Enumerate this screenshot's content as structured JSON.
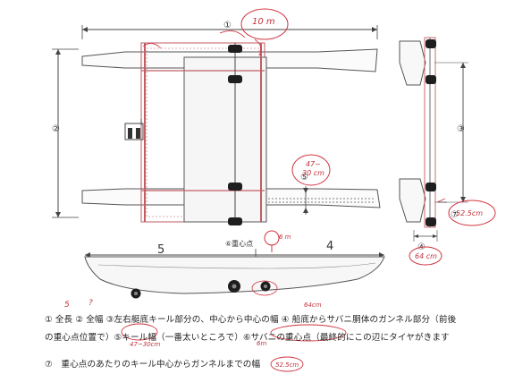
{
  "diagram": {
    "markers": {
      "m1": "①",
      "m2": "②",
      "m3": "③",
      "m4": "④",
      "m5": "⑤",
      "m6": "⑥重心点",
      "m7": "⑦"
    },
    "side_view": {
      "left_num": "5",
      "right_num": "4"
    },
    "handwritten": {
      "length": "10 m",
      "gunnel_top": "47~",
      "gunnel_bottom": "30 cm",
      "height_6": "6 m",
      "width_4": "64 cm",
      "dist_7": "52.5cm",
      "cap_q1": "5",
      "cap_q2": "?",
      "cap_64": "64cm",
      "cap_keel": "47~30cm",
      "cap_6m": "6m",
      "cap_525": "52.5cm"
    }
  },
  "captions": {
    "line1": "① 全長 ② 全幅 ③左右艇底キール部分の、中心から中心の幅 ④ 船底からサバニ胴体のガンネル部分（前後",
    "line2": "の重心点位置で）⑤キール幅（一番太いところで）⑥サバニの重心点（最終的にこの辺にタイヤがきます",
    "line3": "⑦　重心点のあたりのキール中心からガンネルまでの幅"
  }
}
